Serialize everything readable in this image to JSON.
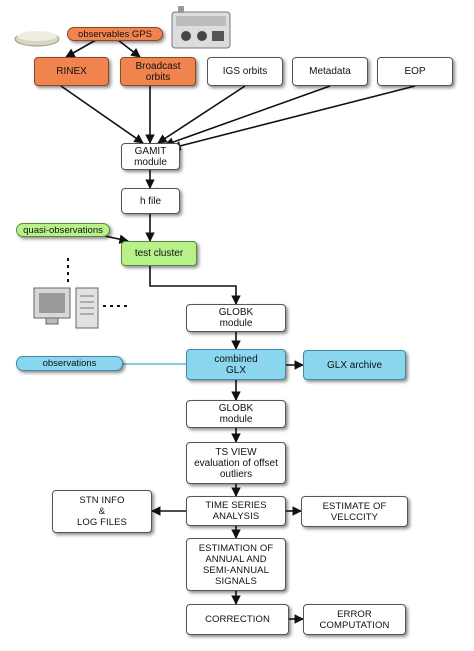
{
  "nodes": {
    "observables_gps": "observables GPS",
    "rinex": "RINEX",
    "broadcast_orbits": "Broadcast\norbits",
    "igs_orbits": "IGS orbits",
    "metadata": "Metadata",
    "eop": "EOP",
    "gamit_module": "GAMIT\nmodule",
    "h_file": "h file",
    "quasi_observations": "quasi-observations",
    "test_cluster": "test cluster",
    "globk_module_1": "GLOBK\nmodule",
    "observations": "observations",
    "combined_glx": "combined\nGLX",
    "glx_archive": "GLX archive",
    "globk_module_2": "GLOBK\nmodule",
    "ts_view": "TS VIEW\nevaluation of offset\noutliers",
    "stn_info": "STN INFO\n&\nLOG FILES",
    "time_series_analysis": "TIME SERIES\nANALYSIS",
    "estimate_velocity": "ESTIMATE OF\nVELCCITY",
    "estimation_signals": "ESTIMATION OF\nANNUAL AND\nSEMI-ANNUAL\nSIGNALS",
    "correction": "CORRECTION",
    "error_computation": "ERROR\nCOMPUTATION"
  },
  "colors": {
    "orange": "#f0834e",
    "green": "#b8f08a",
    "blue": "#8ad6ee",
    "arrow": "#111111",
    "observations_line": "#5fb8d8"
  },
  "icons": [
    "gps-antenna-icon",
    "gps-receiver-icon",
    "computer-workstation-icon"
  ]
}
